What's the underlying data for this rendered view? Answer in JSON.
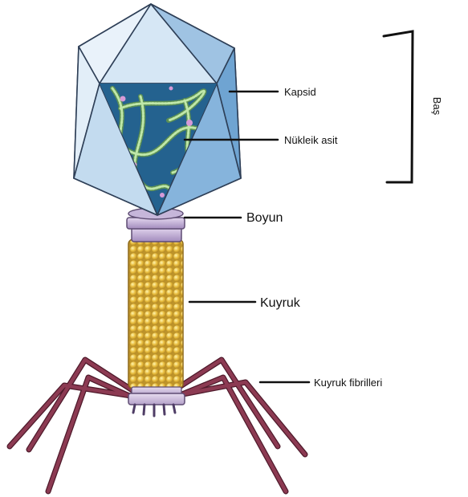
{
  "labels": {
    "kapsid": "Kapsid",
    "nukleik_asit": "Nükleik asit",
    "bas": "Baş",
    "boyun": "Boyun",
    "kuyruk": "Kuyruk",
    "kuyruk_fibrilleri": "Kuyruk fibrilleri"
  },
  "colors": {
    "capsid_light": "#dbeaf6",
    "capsid_mid": "#a9c9e6",
    "capsid_dark": "#6a9fcc",
    "capsid_inner": "#1f5a86",
    "dna": "#8fc58a",
    "collar": "#c7b4d9",
    "tail": "#e0b324",
    "fiber": "#7c2f44",
    "text": "#111111"
  }
}
